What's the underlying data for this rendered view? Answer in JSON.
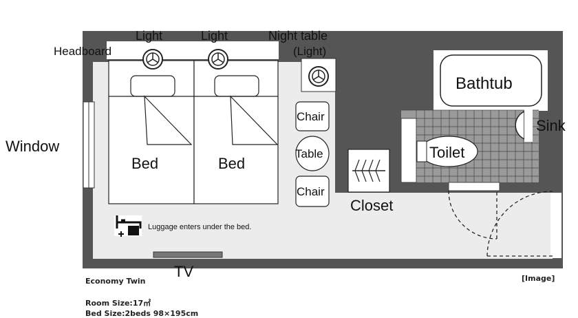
{
  "labels": {
    "headboard": "Headboard",
    "light_1": "Light",
    "light_2": "Light",
    "night_table": "Night table",
    "night_table_sub": "(Light)",
    "window": "Window",
    "bed_1": "Bed",
    "bed_2": "Bed",
    "chair_1": "Chair",
    "table": "Table",
    "chair_2": "Chair",
    "closet": "Closet",
    "bathtub": "Bathtub",
    "sink": "Sink",
    "toilet": "Toilet",
    "luggage_note": "Luggage enters under the bed.",
    "tv": "TV"
  },
  "captions": {
    "title": "Economy Twin",
    "image_note": "[Image]",
    "room_size": "Room Size:17㎡",
    "bed_size": "Bed Size:2beds 98×195cm"
  },
  "colors": {
    "wall": "#555555",
    "floor": "#ececec",
    "bath_tile": "#9a9a9a",
    "white": "#ffffff",
    "line": "#222222"
  }
}
